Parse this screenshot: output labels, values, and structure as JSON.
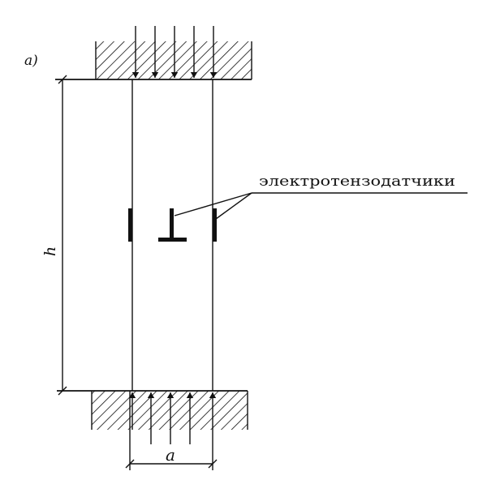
{
  "figure": {
    "panel_label": "a)",
    "height_label": "h",
    "width_label": "a",
    "gauge_label": "электротензодатчики"
  },
  "colors": {
    "ink": "#111111",
    "background": "#ffffff"
  }
}
